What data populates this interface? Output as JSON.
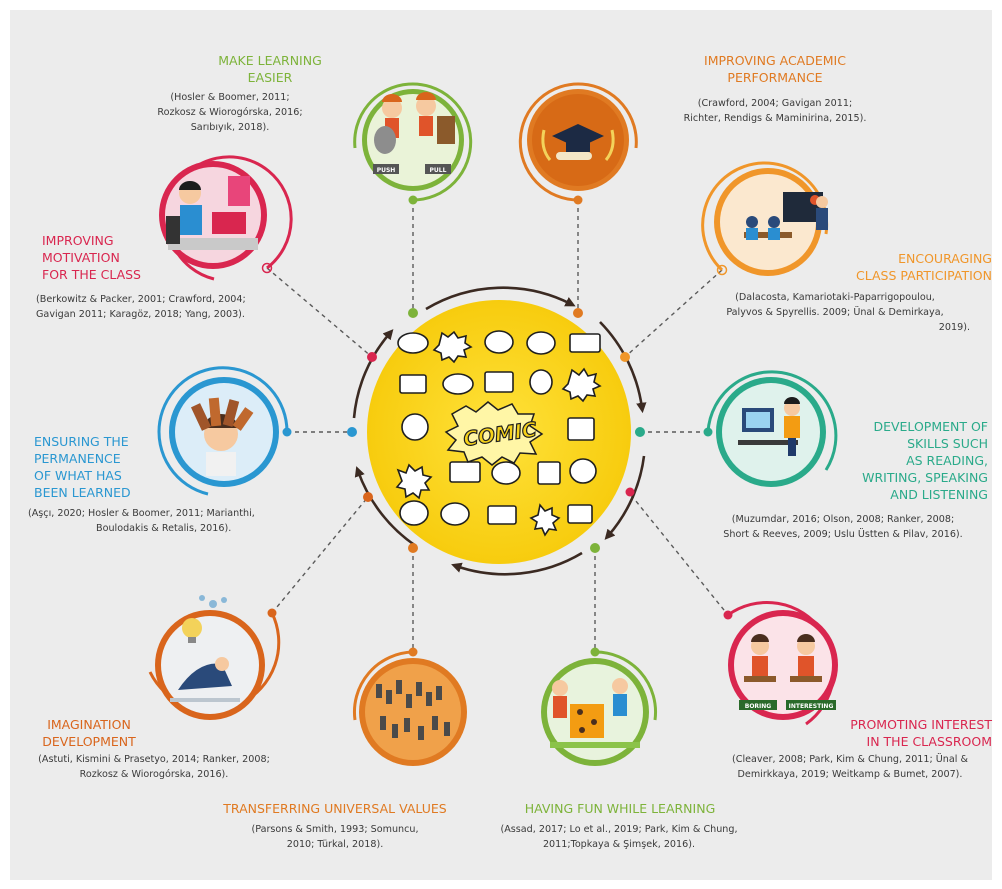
{
  "center": {
    "badge": "COMIC"
  },
  "nodes": {
    "make_learning": {
      "color": "#7db33a",
      "title": [
        "MAKE LEARNING",
        "EASIER"
      ],
      "cite": [
        "(Hosler & Boomer, 2011;",
        "Rozkosz & Wiorogórska, 2016;",
        "Sarıbıyık, 2018)."
      ],
      "labels": [
        "PUSH",
        "PULL"
      ]
    },
    "academic": {
      "color": "#e07a22",
      "title": [
        "IMPROVING ACADEMIC",
        "PERFORMANCE"
      ],
      "cite": [
        "(Crawford, 2004; Gavigan 2011;",
        "Richter, Rendigs & Maminirina, 2015)."
      ]
    },
    "motivation": {
      "color": "#d9264f",
      "title": [
        "IMPROVING",
        "MOTIVATION",
        "FOR THE CLASS"
      ],
      "cite": [
        "(Berkowitz & Packer, 2001; Crawford, 2004;",
        "Gavigan 2011; Karagöz, 2018; Yang, 2003)."
      ]
    },
    "participation": {
      "color": "#f0962a",
      "title": [
        "ENCOURAGING",
        "CLASS PARTICIPATION"
      ],
      "cite": [
        "(Dalacosta, Kamariotaki-Paparrigopoulou,",
        "Palyvos & Spyrellis. 2009;  Ünal & Demirkaya,",
        "2019)."
      ]
    },
    "permanence": {
      "color": "#2a97d1",
      "title": [
        "ENSURING THE",
        "PERMANENCE",
        "OF WHAT HAS",
        "BEEN LEARNED"
      ],
      "cite": [
        "(Aşçı, 2020; Hosler & Boomer, 2011; Marianthi,",
        "Boulodakis & Retalis, 2016)."
      ]
    },
    "skills": {
      "color": "#2aaa8a",
      "title": [
        "DEVELOPMENT OF",
        "SKILLS SUCH",
        "AS READING,",
        "WRITING, SPEAKING",
        "AND LISTENING"
      ],
      "cite": [
        "(Muzumdar, 2016; Olson, 2008; Ranker, 2008;",
        "Short & Reeves, 2009; Uslu Üstten & Pilav, 2016)."
      ]
    },
    "imagination": {
      "color": "#d9651c",
      "title": [
        "IMAGINATION",
        "DEVELOPMENT"
      ],
      "cite": [
        "(Astuti, Kismini & Prasetyo, 2014; Ranker, 2008;",
        "Rozkosz & Wiorogórska, 2016)."
      ]
    },
    "universal": {
      "color": "#e07a22",
      "title": [
        "TRANSFERRING UNIVERSAL VALUES"
      ],
      "cite": [
        "(Parsons & Smith, 1993; Somuncu,",
        "2010; Türkal, 2018)."
      ]
    },
    "fun": {
      "color": "#7db33a",
      "title": [
        "HAVING FUN WHILE LEARNING"
      ],
      "cite": [
        "(Assad, 2017; Lo et al., 2019; Park, Kim & Chung,",
        "2011;Topkaya & Şimşek, 2016)."
      ]
    },
    "interest": {
      "color": "#d9264f",
      "title": [
        "PROMOTING INTEREST",
        "IN THE CLASSROOM"
      ],
      "cite": [
        "(Cleaver, 2008; Park, Kim & Chung, 2011; Ünal &",
        "Demirkkaya, 2019; Weitkamp & Bumet, 2007)."
      ],
      "labels": [
        "BORING",
        "INTERESTING"
      ]
    }
  }
}
